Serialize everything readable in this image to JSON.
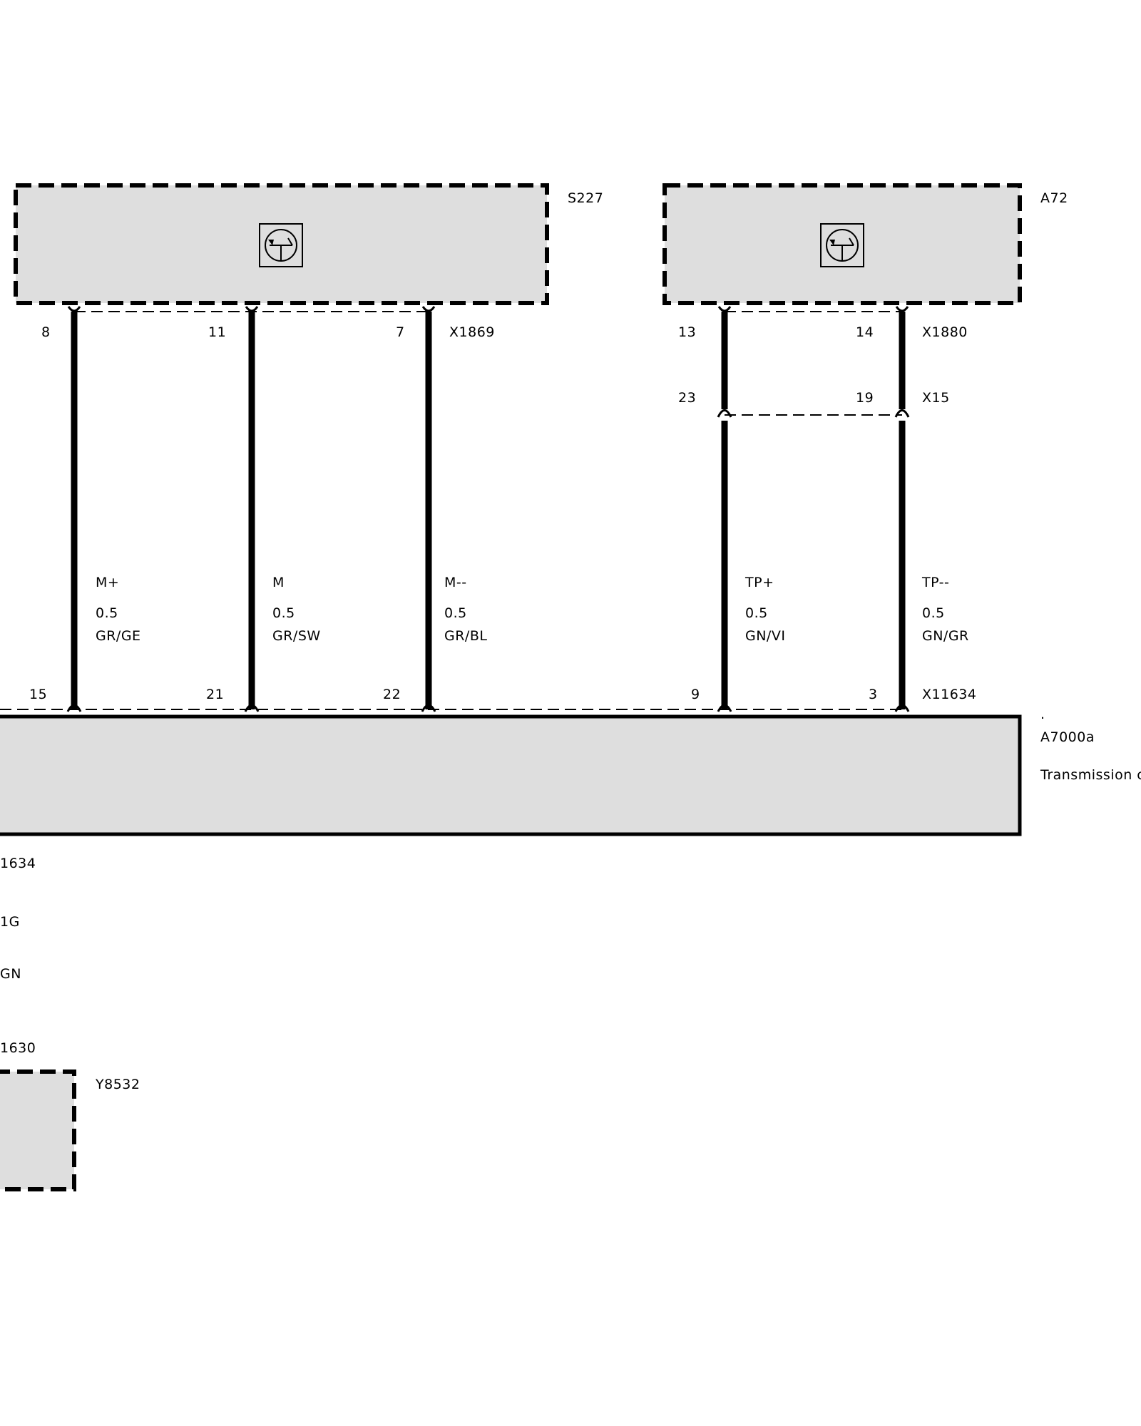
{
  "modules": {
    "s227": {
      "id": "S227"
    },
    "a72": {
      "id": "A72"
    },
    "a7000a": {
      "dot": ".",
      "id": "A7000a",
      "desc": "Transmission co"
    },
    "y8532": {
      "id": "Y8532"
    }
  },
  "connectors": {
    "x1869": "X1869",
    "x1880": "X1880",
    "x15": "X15",
    "x11634": "X11634",
    "left_cut": {
      "c1": "1634",
      "c2": "1G",
      "c3": "GN",
      "c4": "1630"
    }
  },
  "wires": [
    {
      "top_pin": "8",
      "bottom_pin": "15",
      "signal": "M+",
      "gauge": "0.5",
      "color": "GR/GE"
    },
    {
      "top_pin": "11",
      "bottom_pin": "21",
      "signal": "M",
      "gauge": "0.5",
      "color": "GR/SW"
    },
    {
      "top_pin": "7",
      "bottom_pin": "22",
      "signal": "M--",
      "gauge": "0.5",
      "color": "GR/BL"
    },
    {
      "top_pin": "13",
      "mid_pin": "23",
      "bottom_pin": "9",
      "signal": "TP+",
      "gauge": "0.5",
      "color": "GN/VI"
    },
    {
      "top_pin": "14",
      "mid_pin": "19",
      "bottom_pin": "3",
      "signal": "TP--",
      "gauge": "0.5",
      "color": "GN/GR"
    }
  ]
}
